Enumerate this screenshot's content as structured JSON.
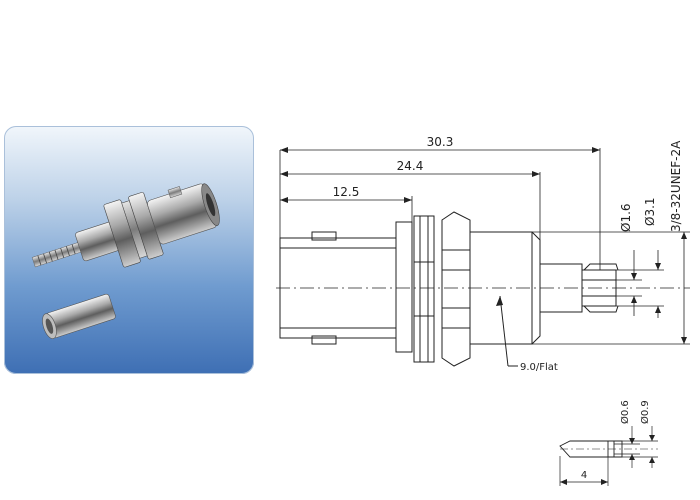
{
  "photo": {
    "subject": "connector-product-photo",
    "background_top": "#f1f6fb",
    "background_bottom": "#3e6fb4"
  },
  "dimensions": {
    "overall_length": "30.3",
    "body_length": "24.4",
    "front_length": "12.5",
    "pin_diameter": "Ø1.6",
    "ferrule_diameter": "Ø3.1",
    "thread_spec": "3/8-32UNEF-2A",
    "flat_note": "9.0/Flat"
  },
  "pin_detail": {
    "tip_diameter": "Ø0.6",
    "pin_diameter": "Ø0.9",
    "pin_length": "4"
  },
  "colors": {
    "line": "#222222"
  }
}
